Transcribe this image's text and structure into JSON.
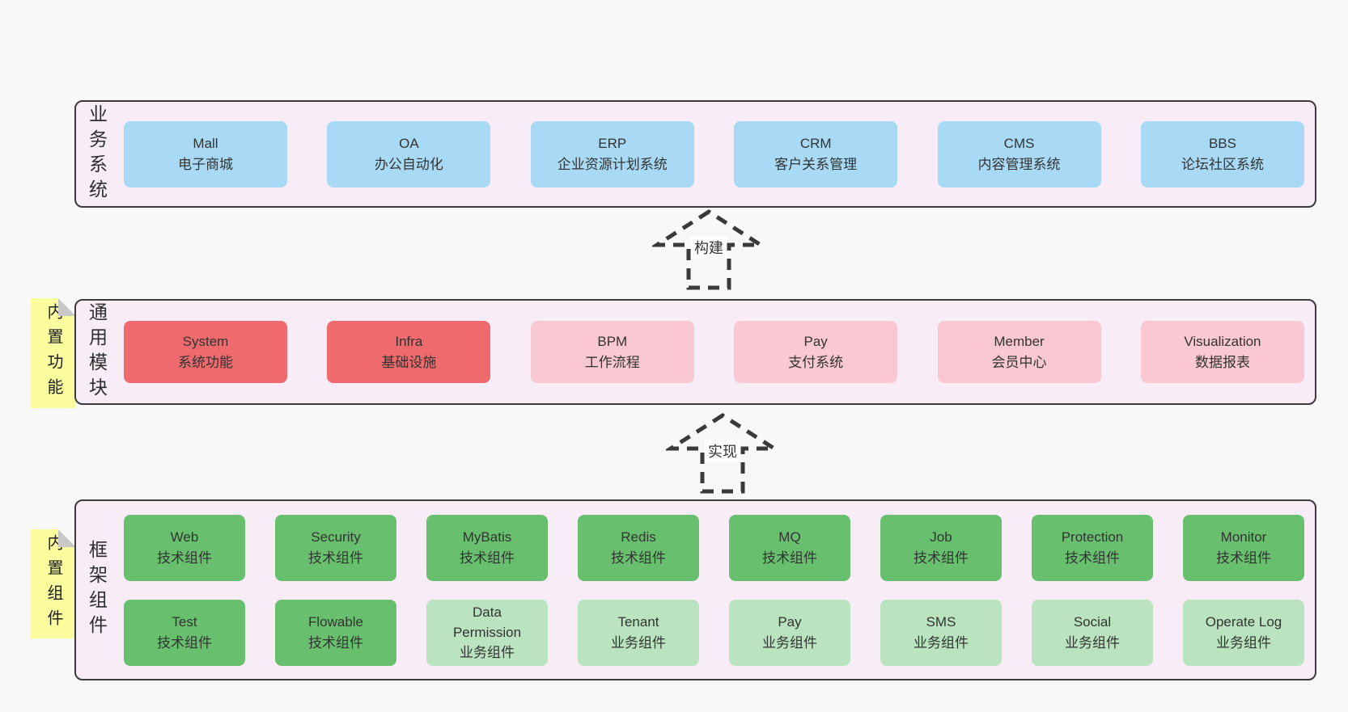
{
  "colors": {
    "page_background": "#f8f8f8",
    "band_background": "#f8edf7",
    "band_border": "#3b3b3b",
    "box_blue": "#a9daf5",
    "box_red": "#ee6a6d",
    "box_pink": "#f9c8d2",
    "box_green": "#68c06f",
    "box_light_green": "#bae4bf",
    "sticky_yellow": "#fbfc9e",
    "sticky_fold_gray": "#c9c9c9",
    "arrow_dash": "#3a3a3a"
  },
  "arrows": {
    "build": "构建",
    "implement": "实现"
  },
  "bands": {
    "business": {
      "label": "业务系统",
      "boxes": [
        {
          "title": "Mall",
          "subtitle": "电子商城"
        },
        {
          "title": "OA",
          "subtitle": "办公自动化"
        },
        {
          "title": "ERP",
          "subtitle": "企业资源计划系统"
        },
        {
          "title": "CRM",
          "subtitle": "客户关系管理"
        },
        {
          "title": "CMS",
          "subtitle": "内容管理系统"
        },
        {
          "title": "BBS",
          "subtitle": "论坛社区系统"
        }
      ]
    },
    "modules": {
      "label": "通用模块",
      "sticky": "内置功能",
      "boxes": [
        {
          "title": "System",
          "subtitle": "系统功能"
        },
        {
          "title": "Infra",
          "subtitle": "基础设施"
        },
        {
          "title": "BPM",
          "subtitle": "工作流程"
        },
        {
          "title": "Pay",
          "subtitle": "支付系统"
        },
        {
          "title": "Member",
          "subtitle": "会员中心"
        },
        {
          "title": "Visualization",
          "subtitle": "数据报表"
        }
      ]
    },
    "components": {
      "label": "框架组件",
      "sticky": "内置组件",
      "row1": [
        {
          "title": "Web",
          "subtitle": "技术组件"
        },
        {
          "title": "Security",
          "subtitle": "技术组件"
        },
        {
          "title": "MyBatis",
          "subtitle": "技术组件"
        },
        {
          "title": "Redis",
          "subtitle": "技术组件"
        },
        {
          "title": "MQ",
          "subtitle": "技术组件"
        },
        {
          "title": "Job",
          "subtitle": "技术组件"
        },
        {
          "title": "Protection",
          "subtitle": "技术组件"
        },
        {
          "title": "Monitor",
          "subtitle": "技术组件"
        }
      ],
      "row2": [
        {
          "title": "Test",
          "subtitle": "技术组件"
        },
        {
          "title": "Flowable",
          "subtitle": "技术组件"
        },
        {
          "title": "Data Permission",
          "subtitle": "业务组件"
        },
        {
          "title": "Tenant",
          "subtitle": "业务组件"
        },
        {
          "title": "Pay",
          "subtitle": "业务组件"
        },
        {
          "title": "SMS",
          "subtitle": "业务组件"
        },
        {
          "title": "Social",
          "subtitle": "业务组件"
        },
        {
          "title": "Operate Log",
          "subtitle": "业务组件"
        }
      ]
    }
  }
}
